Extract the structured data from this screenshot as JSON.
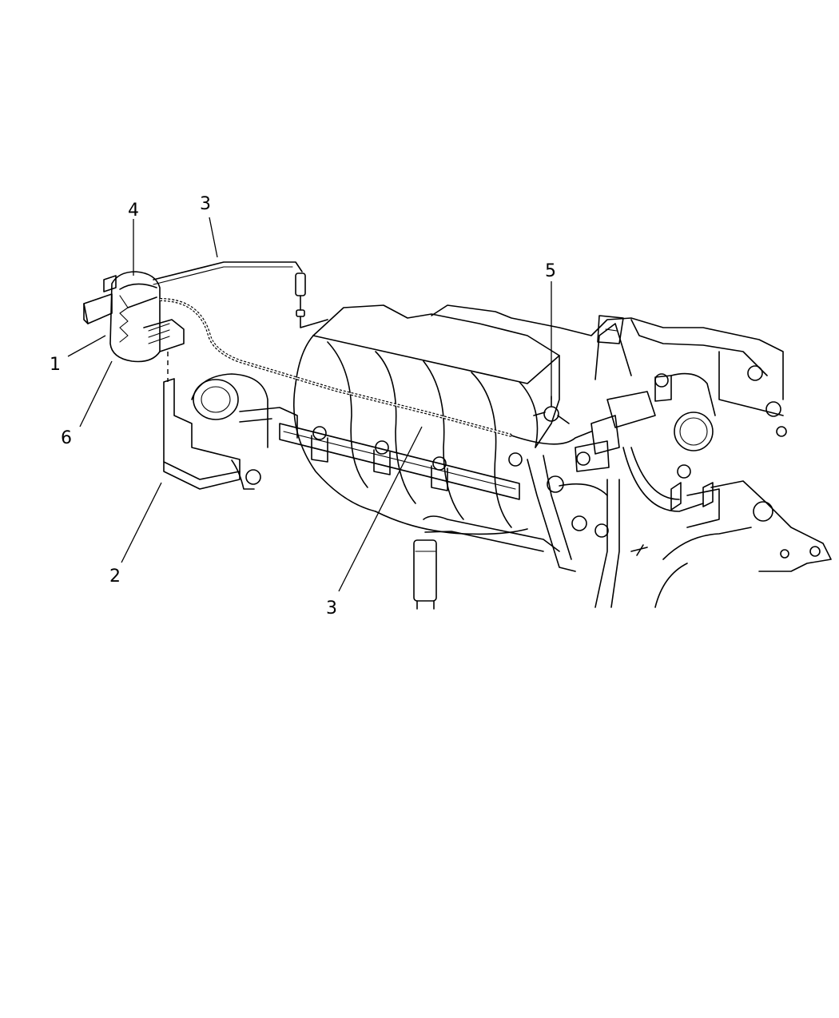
{
  "callouts": [
    {
      "id": "c1",
      "text": "1"
    },
    {
      "id": "c2",
      "text": "2"
    },
    {
      "id": "c3a",
      "text": "3"
    },
    {
      "id": "c3b",
      "text": "3"
    },
    {
      "id": "c4",
      "text": "4"
    },
    {
      "id": "c5",
      "text": "5"
    },
    {
      "id": "c6",
      "text": "6"
    }
  ]
}
